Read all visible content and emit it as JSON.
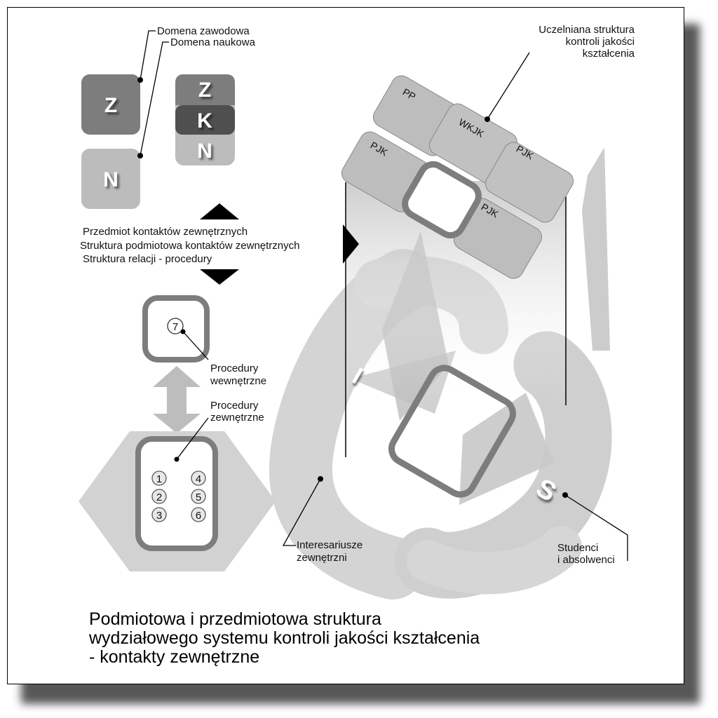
{
  "legend": {
    "domain_professional": "Domena zawodowa",
    "domain_scientific": "Domena naukowa",
    "tile_z": "Z",
    "tile_n": "N",
    "stack": [
      "Z",
      "K",
      "N"
    ]
  },
  "subject_lines": [
    "Przedmiot kontaktów zewnętrznych",
    "Struktura podmiotowa kontaktów zewnętrznych",
    "Struktura relacji - procedury"
  ],
  "procedures": {
    "internal_number": "7",
    "internal_label": [
      "Procedury",
      "wewnętrzne"
    ],
    "external_label": [
      "Procedury",
      "zewnętrzne"
    ],
    "external_numbers": [
      "1",
      "2",
      "3",
      "4",
      "5",
      "6"
    ]
  },
  "structure": {
    "label": [
      "Uczelniana struktura",
      "kontroli jakości",
      "kształcenia"
    ],
    "tiles": [
      "PP",
      "WKJK",
      "PJK",
      "PJK",
      "PJK"
    ]
  },
  "stakeholders": {
    "external_label": [
      "Interesariusze",
      "zewnętrzni"
    ],
    "students_label": [
      "Studenci",
      "i absolwenci"
    ],
    "students_mark": "S",
    "i_mark": "I"
  },
  "title_lines": [
    "Podmiotowa i przedmiotowa struktura",
    "wydziałowego systemu kontroli jakości kształcenia",
    "- kontakty zewnętrzne"
  ]
}
